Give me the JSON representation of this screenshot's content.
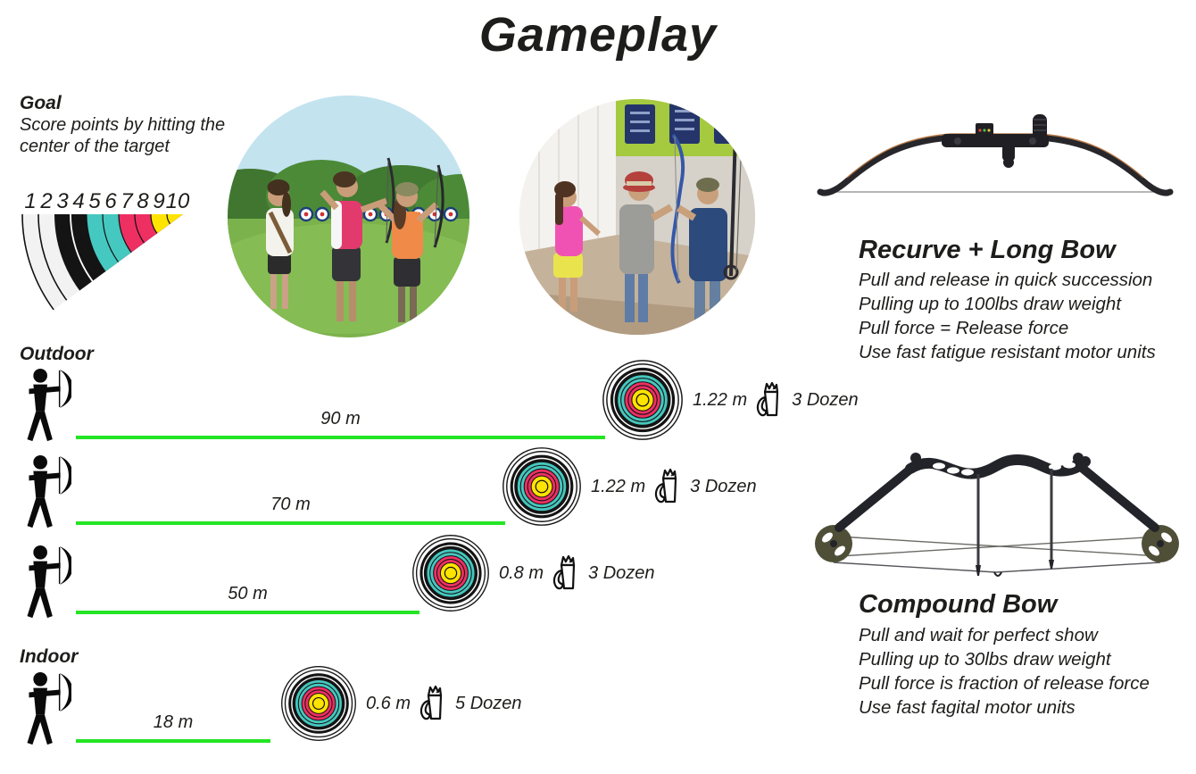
{
  "title": "Gameplay",
  "goal": {
    "heading": "Goal",
    "line1": "Score points by hitting the",
    "line2": "center of the target"
  },
  "score_scale": {
    "numbers": [
      "1",
      "2",
      "3",
      "4",
      "5",
      "6",
      "7",
      "8",
      "9",
      "10"
    ],
    "band_colors": {
      "rings_1_2": "#f2f2f2",
      "rings_3_4": "#141414",
      "rings_5_6": "#45c8bf",
      "rings_7_8": "#ee2f62",
      "rings_9_10": "#ffe400"
    }
  },
  "outdoor": {
    "label": "Outdoor",
    "rows": [
      {
        "distance": "90 m",
        "target_size": "1.22 m",
        "arrows": "3 Dozen"
      },
      {
        "distance": "70 m",
        "target_size": "1.22 m",
        "arrows": "3 Dozen"
      },
      {
        "distance": "50 m",
        "target_size": "0.8 m",
        "arrows": "3 Dozen"
      }
    ]
  },
  "indoor": {
    "label": "Indoor",
    "rows": [
      {
        "distance": "18 m",
        "target_size": "0.6 m",
        "arrows": "5 Dozen"
      }
    ]
  },
  "bows": {
    "recurve": {
      "heading": "Recurve + Long Bow",
      "lines": [
        "Pull and release in quick succession",
        "Pulling up to 100lbs draw weight",
        "Pull force = Release force",
        "Use fast fatigue resistant motor units"
      ]
    },
    "compound": {
      "heading": "Compound Bow",
      "lines": [
        "Pull and wait for perfect show",
        "Pulling up to 30lbs draw weight",
        "Pull force is fraction of release force",
        "Use fast fagital motor units"
      ]
    }
  },
  "colors": {
    "distance_line_green": "#24e524",
    "target_teal": "#45c8bf",
    "target_red": "#ee2f62",
    "target_yellow": "#ffe400",
    "ink": "#1d1d1b"
  }
}
